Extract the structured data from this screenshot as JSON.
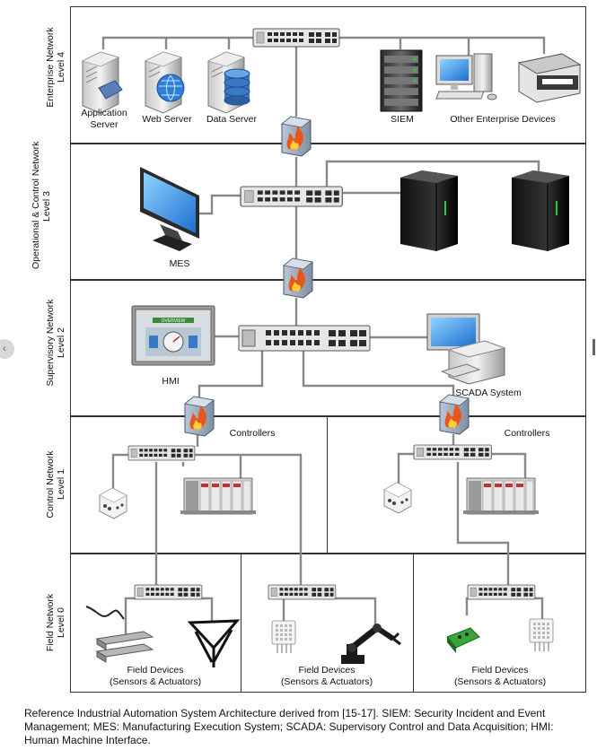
{
  "levels": [
    {
      "name": "Enterprise Network",
      "level": "Level 4"
    },
    {
      "name": "Operational & Control Network",
      "level": "Level 3"
    },
    {
      "name": "Supervisory Network",
      "level": "Level 2"
    },
    {
      "name": "Control Network",
      "level": "Level 1"
    },
    {
      "name": "Field Network",
      "level": "Level 0"
    }
  ],
  "level4": {
    "app_server_line1": "Application",
    "app_server_line2": "Server",
    "web_server": "Web Server",
    "data_server": "Data Server",
    "siem": "SIEM",
    "other_devices": "Other Enterprise Devices"
  },
  "level3": {
    "mes": "MES"
  },
  "level2": {
    "hmi": "HMI",
    "scada": "SCADA System",
    "hmi_screen_title": "OVERVIEW"
  },
  "level1": {
    "controllers_left": "Controllers",
    "controllers_right": "Controllers"
  },
  "level0": {
    "field_line1": "Field Devices",
    "field_line2": "(Sensors & Actuators)"
  },
  "caption": "Reference Industrial Automation System Architecture derived from [15-17]. SIEM: Security Incident and Event Management; MES: Manufacturing Execution System; SCADA: Supervisory Control and Data Acquisition; HMI: Human Machine Interface.",
  "colors": {
    "firewall_flame": "#e8561c",
    "monitor_screen": "#1e90ff",
    "hmi_screen": "#3a8a3a",
    "led_green": "#22cc44"
  }
}
